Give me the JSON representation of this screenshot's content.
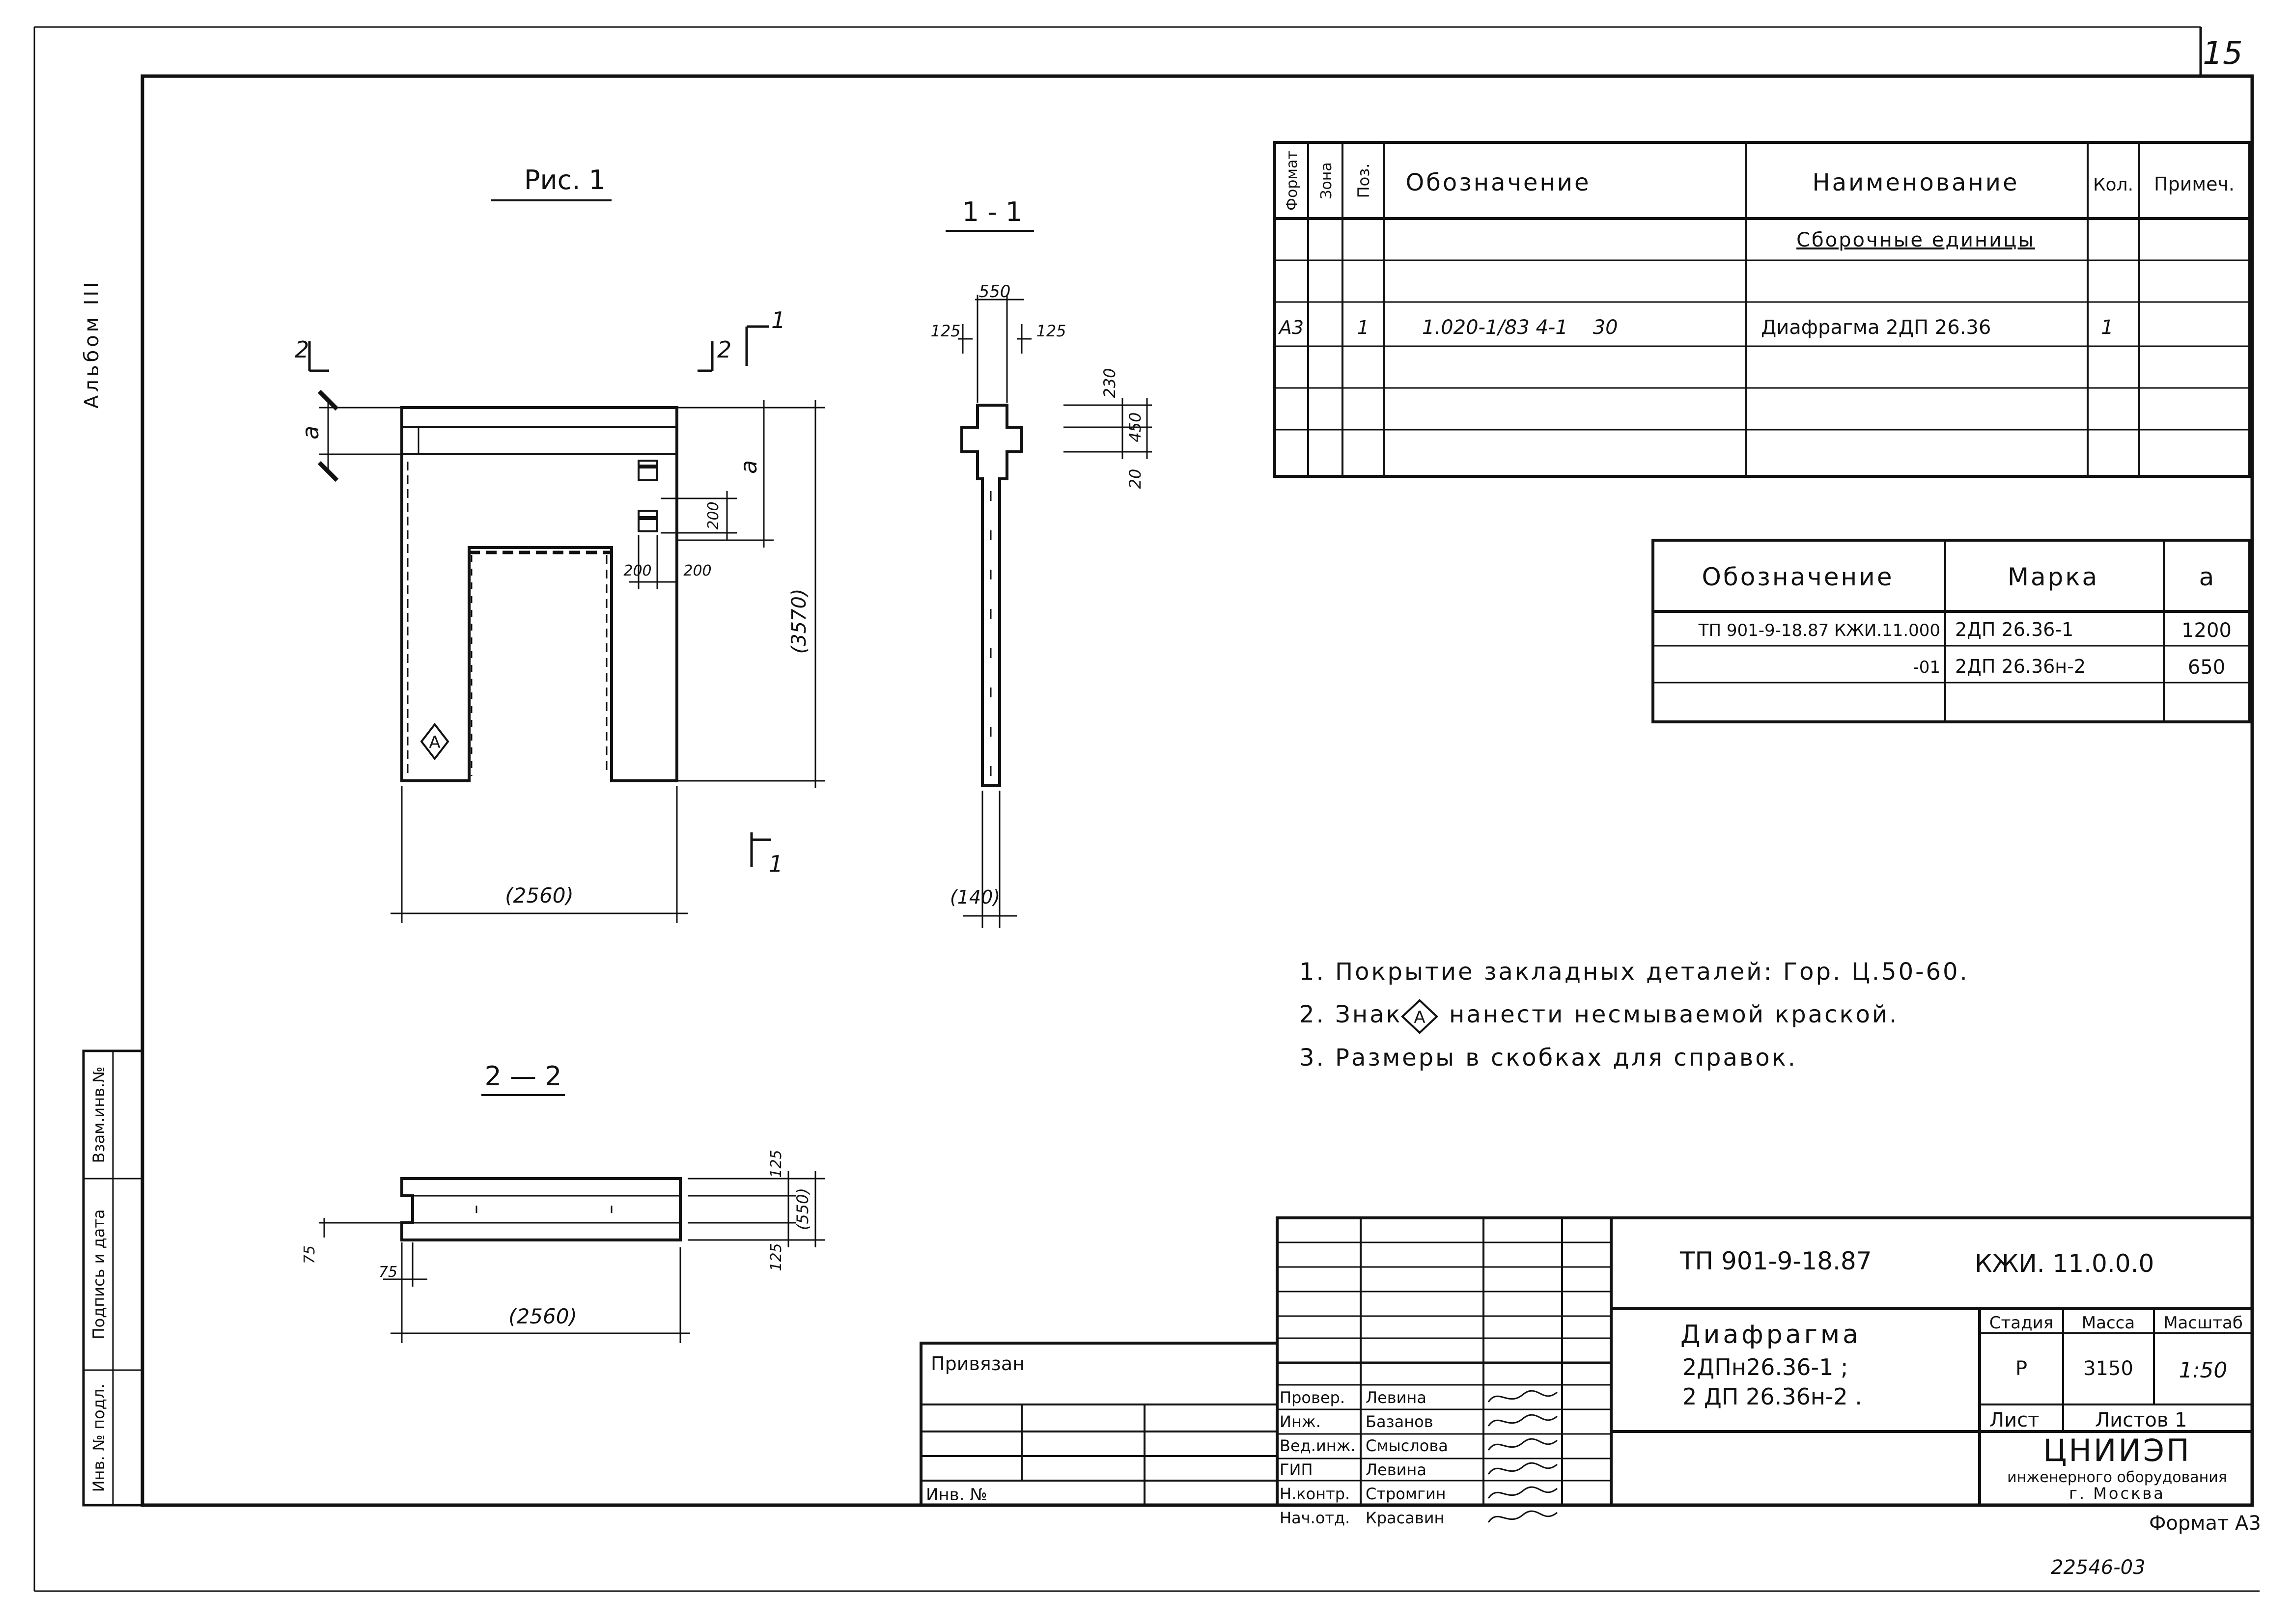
{
  "sheet": {
    "number": "15",
    "album": "Альбом III",
    "bottom_code": "22546-03",
    "format": "Формат А3"
  },
  "side_stamp": [
    "Инв. № подл.",
    "Подпись и дата",
    "Взам.инв.№"
  ],
  "figure1": {
    "title": "Рис. 1",
    "dim_width": "(2560)",
    "dim_height": "(3570)",
    "dim_a_left": "a",
    "dim_a_right": "a",
    "dim_200_v": "200",
    "dim_200_h1": "200",
    "dim_200_h2": "200",
    "section_mark_1": "1",
    "section_mark_2": "2",
    "mark_symbol": "А"
  },
  "section11": {
    "title": "1 - 1",
    "dim_top": "550",
    "dim_125_left": "125",
    "dim_125_right": "125",
    "dim_230": "230",
    "dim_450": "450",
    "dim_20": "20",
    "dim_bottom": "(140)"
  },
  "section22": {
    "title": "2 — 2",
    "dim_length": "(2560)",
    "dim_75_left": "75",
    "dim_75_bottom": "75",
    "dim_125_top": "125",
    "dim_125_bottom": "125",
    "dim_550": "(550)"
  },
  "spec_table": {
    "headers": [
      "Формат",
      "Зона",
      "Поз.",
      "Обозначение",
      "Наименование",
      "Кол.",
      "Примеч."
    ],
    "section_title": "Сборочные единицы",
    "rows": [
      {
        "format": "А3",
        "zone": "",
        "pos": "1",
        "designation": "1.020-1/83 4-1    30",
        "name": "Диафрагма 2ДП 26.36",
        "qty": "1",
        "note": ""
      }
    ]
  },
  "mark_table": {
    "headers": [
      "Обозначение",
      "Марка",
      "a"
    ],
    "rows": [
      {
        "designation": "ТП 901-9-18.87 КЖИ.11.000",
        "mark": "2ДП 26.36-1",
        "a": "1200"
      },
      {
        "designation": "-01",
        "mark": "2ДП 26.36н-2",
        "a": "650"
      }
    ]
  },
  "notes": [
    "1. Покрытие закладных деталей: Гор. Ц.50-60.",
    "2. Знак",
    "нанести несмываемой краской.",
    "3. Размеры в скобках для справок."
  ],
  "note_symbol": "А",
  "privyazan": {
    "label": "Привязан",
    "inv_label": "Инв. №"
  },
  "title_block": {
    "project_code": "ТП 901-9-18.87",
    "doc_code": "КЖИ. 11.0.0.0",
    "title_line1": "Диафрагма",
    "title_line2": "2ДПн26.36-1 ;",
    "title_line3": "2 ДП 26.36н-2 .",
    "stage_label": "Стадия",
    "mass_label": "Масса",
    "scale_label": "Масштаб",
    "stage": "Р",
    "mass": "3150",
    "scale": "1:50",
    "sheet_label": "Лист",
    "sheets_label": "Листов 1",
    "org_name": "ЦНИИЭП",
    "org_line2": "инженерного оборудования",
    "org_line3": "г. Москва",
    "signatures": [
      {
        "role": "Провер.",
        "name": "Левина"
      },
      {
        "role": "Инж.",
        "name": "Базанов"
      },
      {
        "role": "Вед.инж.",
        "name": "Смыслова"
      },
      {
        "role": "ГИП",
        "name": "Левина"
      },
      {
        "role": "Н.контр.",
        "name": "Стромгин"
      },
      {
        "role": "Нач.отд.",
        "name": "Красавин"
      }
    ]
  }
}
